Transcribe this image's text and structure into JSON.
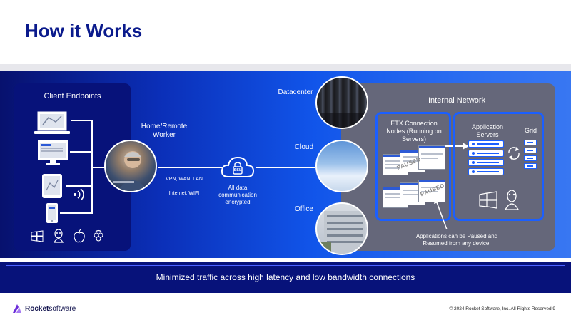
{
  "slide": {
    "title": "How it Works",
    "footer_banner": "Minimized traffic across high latency and low bandwidth connections",
    "copyright": "© 2024 Rocket Software, Inc. All Rights Reserved 9",
    "logo_bold": "Rocket",
    "logo_light": "software"
  },
  "endpoints": {
    "title": "Client Endpoints",
    "devices": [
      "laptop-icon",
      "monitor-icon",
      "tablet-icon",
      "phone-icon",
      "wireless-signal-icon"
    ],
    "os_icons": [
      "windows-icon",
      "linux-icon",
      "apple-icon",
      "raspberry-pi-icon"
    ]
  },
  "worker": {
    "title": "Home/Remote Worker",
    "line1": "VPN, WAN, LAN",
    "line2": "Internet, WIFI"
  },
  "encryption": {
    "badge": "SSL",
    "caption": "All data communication encrypted"
  },
  "locations": {
    "datacenter": "Datacenter",
    "cloud": "Cloud",
    "office": "Office"
  },
  "network": {
    "title": "Internal Network",
    "etx_title": "ETX  Connection Nodes (Running on Servers)",
    "paused_label": "PAUSED",
    "app_servers": "Application Servers",
    "grid": "Grid",
    "note": "Applications can be Paused and Resumed from any device."
  },
  "colors": {
    "title": "#0a1a8c",
    "dark_panel": "#07127a",
    "accent": "#1b5fff",
    "network_bg": "#65677a"
  }
}
